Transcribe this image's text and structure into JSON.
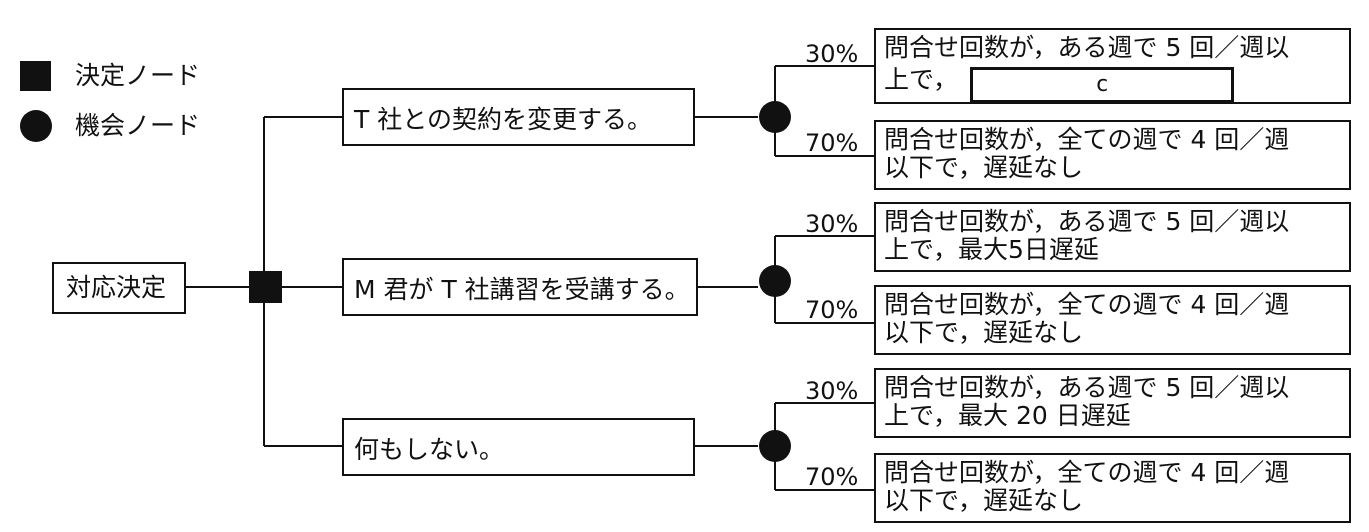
{
  "legend": {
    "decision_node": "決定ノード",
    "chance_node": "機会ノード"
  },
  "root": {
    "label": "対応決定"
  },
  "alternatives": [
    {
      "label": "T 社との契約を変更する。",
      "outcomes": [
        {
          "probability": "30%",
          "line1": "問合せ回数が，ある週で 5 回／週以",
          "line2": "上で，",
          "blank": "c"
        },
        {
          "probability": "70%",
          "line1": "問合せ回数が，全ての週で 4 回／週",
          "line2": "以下で，遅延なし"
        }
      ]
    },
    {
      "label": "M 君が T 社講習を受講する。",
      "outcomes": [
        {
          "probability": "30%",
          "line1": "問合せ回数が，ある週で 5 回／週以",
          "line2": "上で，最大5日遅延"
        },
        {
          "probability": "70%",
          "line1": "問合せ回数が，全ての週で 4 回／週",
          "line2": "以下で，遅延なし"
        }
      ]
    },
    {
      "label": "何もしない。",
      "outcomes": [
        {
          "probability": "30%",
          "line1": "問合せ回数が，ある週で 5 回／週以",
          "line2": "上で，最大 20 日遅延"
        },
        {
          "probability": "70%",
          "line1": "問合せ回数が，全ての週で 4 回／週",
          "line2": "以下で，遅延なし"
        }
      ]
    }
  ]
}
